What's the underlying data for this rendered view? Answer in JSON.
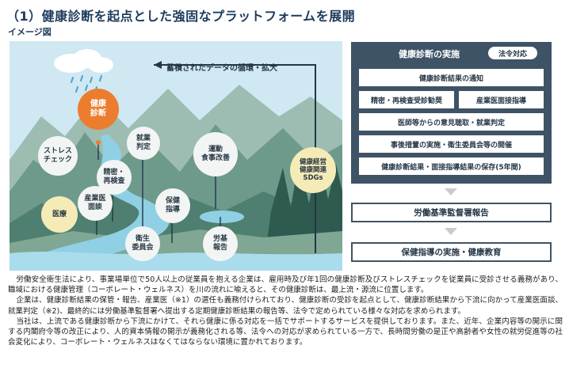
{
  "header": {
    "title": "（1）健康診断を起点とした強固なプラットフォームを展開",
    "subtitle": "イメージ図"
  },
  "illustration": {
    "flow_label": "蓄積されたデータの循環・拡大",
    "bubbles": {
      "kenko_shindan": "健康\n診断",
      "stress_check": "ストレス\nチェック",
      "shugyo_hantei": "就業\n判定",
      "seimitsu": "精密・\n再検査",
      "sangyoi_mendan": "産業医\n面談",
      "iryo": "医療",
      "eisei_iinkai": "衛生\n委員会",
      "hoken_shido": "保健\n指導",
      "undo": "運動\n食事改善",
      "rokihokoku": "労基\n報告",
      "sdgs": "健康経営\n健康関連\nSDGs"
    },
    "colors": {
      "sky": "#c9e6f1",
      "mountain_dark": "#3e6b62",
      "mountain_mid": "#5c8a7c",
      "mountain_light": "#8fb3a8",
      "water": "#8fd0e4",
      "orange": "#ec7d2f",
      "yellow": "#f5ebb6"
    }
  },
  "panel": {
    "title": "健康診断の実施",
    "badge": "法令対応",
    "items": {
      "notice": "健康診断結果の通知",
      "seimitsu": "精密・再検査受診勧奨",
      "sangyoi": "産業医面接指導",
      "opinion": "医師等からの意見聴取・就業判定",
      "after": "事後措置の実施・衛生委員会等の開催",
      "storage": "健康診断結果・面接指導結果の保存(5年間)"
    }
  },
  "flow": {
    "report": "労働基準監督署報告",
    "guidance": "保健指導の実施・健康教育"
  },
  "body": {
    "p1": "労働安全衛生法により、事業場単位で50人以上の従業員を抱える企業は、雇用時及び年1回の健康診断及びストレスチェックを従業員に受診させる義務があり、職域における健康管理（コーポレート・ウェルネス）を川の流れに喩えると、その健康診断は、最上流・源流に位置します。",
    "p2": "企業は、健康診断結果の保管・報告、産業医（※1）の選任も義務付けられており、健康診断の受診を起点として、健康診断結果から下流に向かって産業医面談、就業判定（※2)、最終的には労働基準監督署へ提出する定期健康診断結果の報告等、法令で定められている様々な対応を求められます。",
    "p3": "当社は、上流である健康診断から下流にかけて、それら健康に係る対応を一括でサポートするサービスを提供しております。また、近年、企業内容等の開示に関する内閣府令等の改正により、人的資本情報の開示が義務化される等、法令への対応が求められている一方で、長時間労働の是正や高齢者や女性の就労促進等の社会変化により、コーポレート・ウェルネスはなくてはならない環境に置かれております。"
  }
}
